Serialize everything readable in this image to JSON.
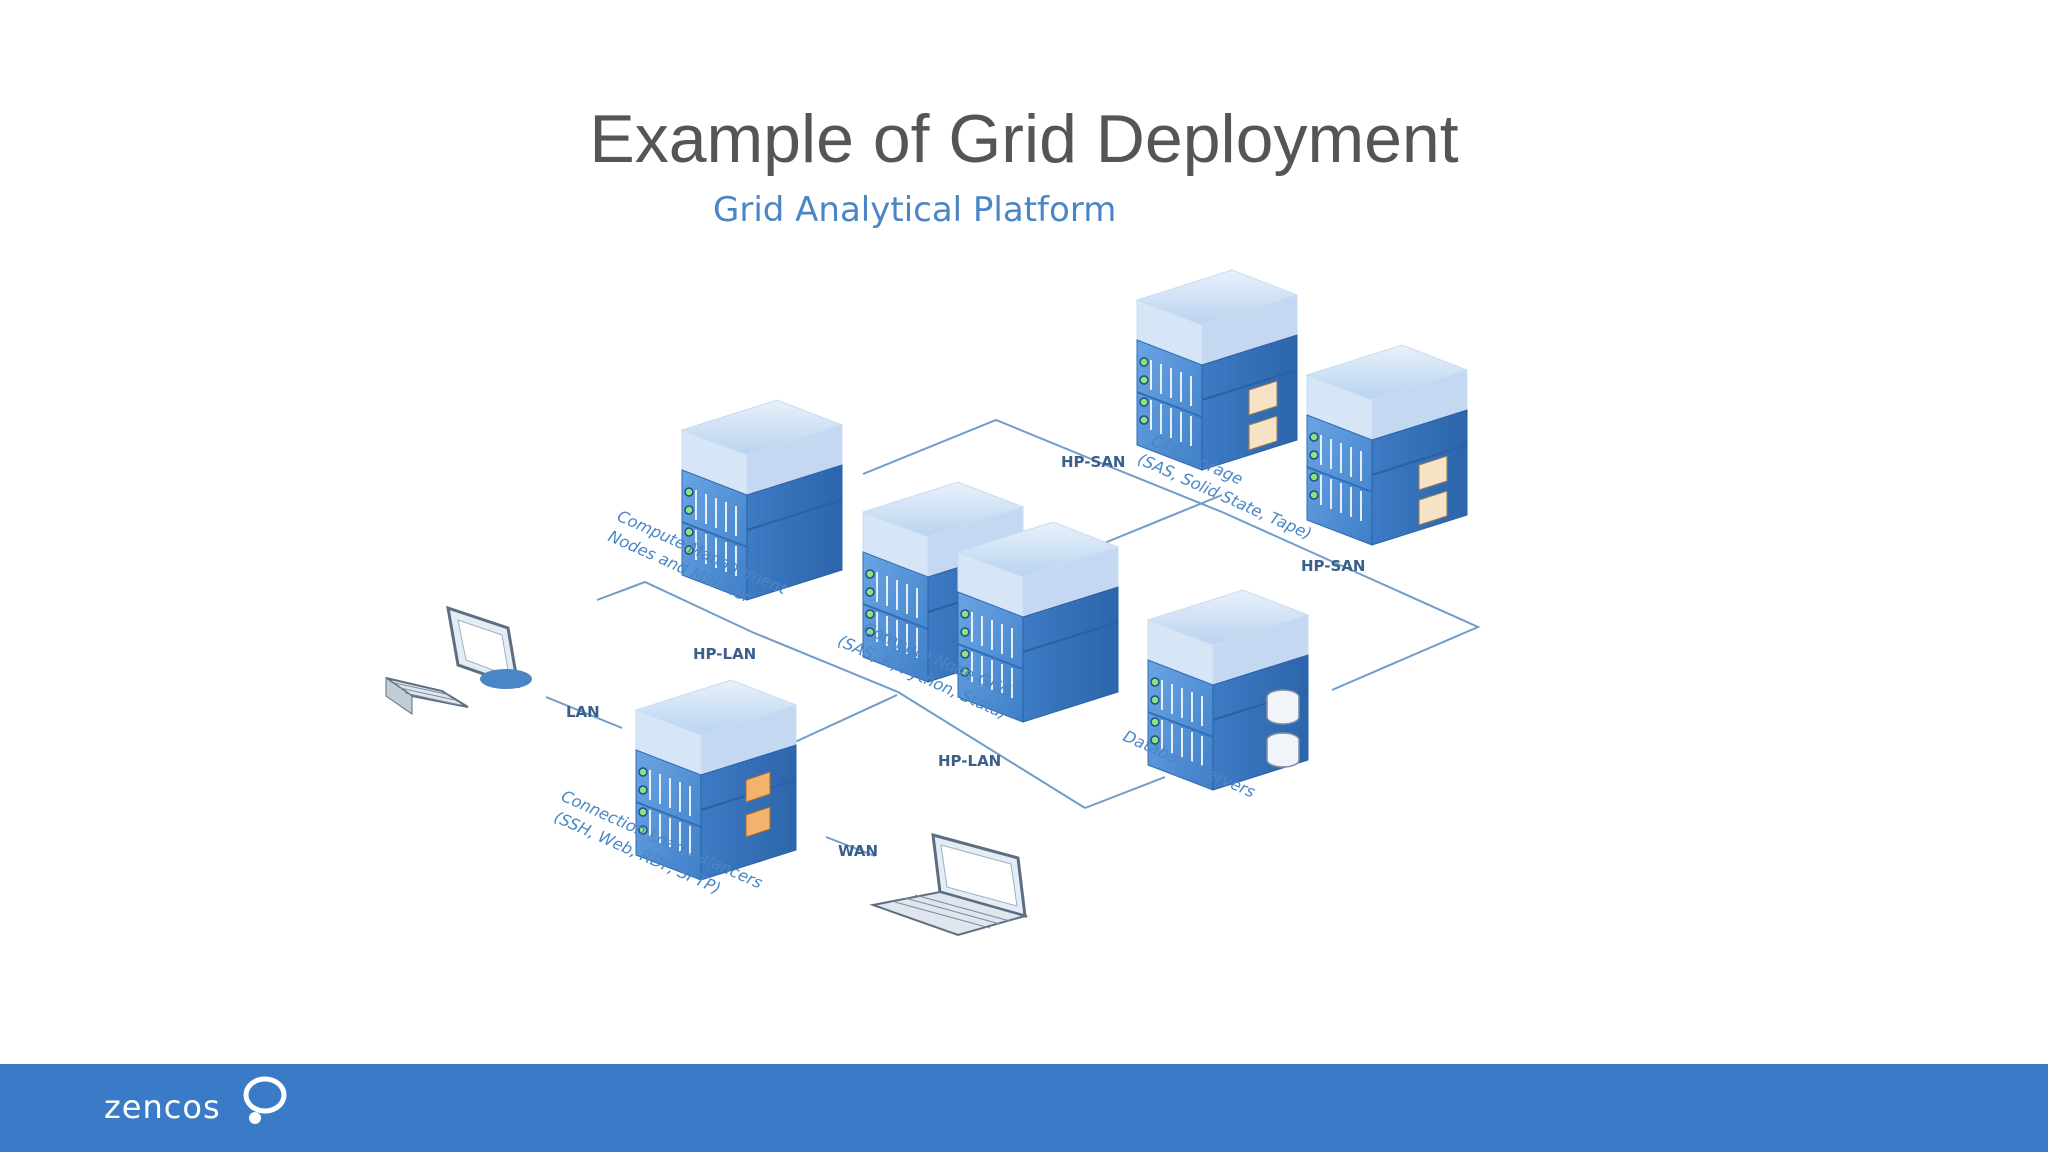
{
  "slide": {
    "title": "Example of Grid Deployment",
    "subtitle": "Grid Analytical Platform"
  },
  "network_labels": {
    "hp_san_top": "HP-SAN",
    "hp_san_right": "HP-SAN",
    "hp_lan_left": "HP-LAN",
    "hp_lan_bottom": "HP-LAN",
    "lan": "LAN",
    "wan": "WAN"
  },
  "components": {
    "cfs_storage": [
      "CFS Storage",
      "(SAS, Solid State, Tape)"
    ],
    "compute_management": [
      "Compute Management",
      "Nodes and Mid-Tier"
    ],
    "compute_node_grid": [
      "Compute Node Grid",
      "(SAS, R, Python, Stata)"
    ],
    "database_servers": [
      "Database Servers"
    ],
    "connection_load_balancers": [
      "Connection Load Balancers",
      "(SSH, Web, RDP, SFTP)"
    ]
  },
  "footer": {
    "logo_text": "zencos"
  },
  "colors": {
    "footer_bg": "#3a7bc8",
    "accent": "#4a86c5",
    "server_front": "#4f8fd6",
    "server_dark": "#2f6db5"
  }
}
